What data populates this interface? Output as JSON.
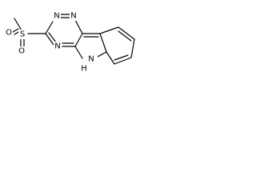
{
  "molecule": {
    "atoms": {
      "o_top": "O",
      "s": "S",
      "o_bottom": "O",
      "n_ring1": "N",
      "n_ring2": "N",
      "n_ring3": "N",
      "nh_n": "N",
      "nh_h": "H"
    }
  }
}
